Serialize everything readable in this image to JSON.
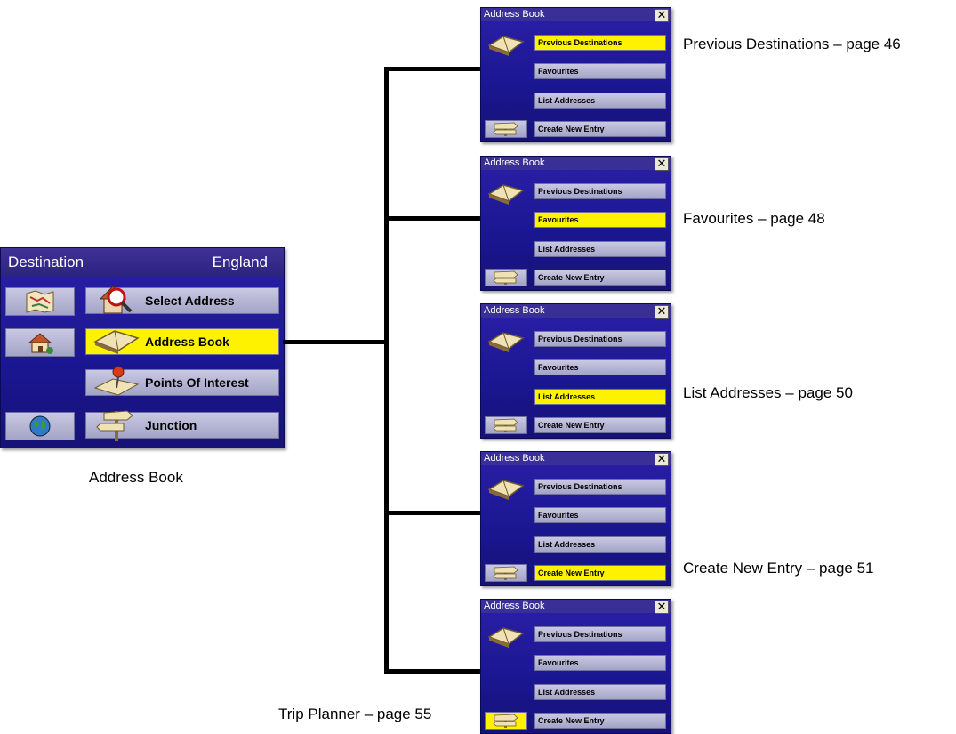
{
  "destination_screen": {
    "title": "Destination",
    "region": "England",
    "buttons": [
      {
        "label": "Select Address",
        "selected": false
      },
      {
        "label": "Address Book",
        "selected": true
      },
      {
        "label": "Points Of Interest",
        "selected": false
      },
      {
        "label": "Junction",
        "selected": false
      }
    ],
    "caption": "Address Book"
  },
  "address_book_screens": [
    {
      "title": "Address Book",
      "close": "✕",
      "items": [
        "Previous Destinations",
        "Favourites",
        "List Addresses",
        "Create New Entry"
      ],
      "selected": 0,
      "caption": "Previous Destinations – page 46"
    },
    {
      "title": "Address Book",
      "close": "✕",
      "items": [
        "Previous Destinations",
        "Favourites",
        "List Addresses",
        "Create New Entry"
      ],
      "selected": 1,
      "caption": "Favourites – page 48"
    },
    {
      "title": "Address Book",
      "close": "✕",
      "items": [
        "Previous Destinations",
        "Favourites",
        "List Addresses",
        "Create New Entry"
      ],
      "selected": 2,
      "caption": "List Addresses – page 50"
    },
    {
      "title": "Address Book",
      "close": "✕",
      "items": [
        "Previous Destinations",
        "Favourites",
        "List Addresses",
        "Create New Entry"
      ],
      "selected": 3,
      "caption": "Create New Entry – page 51"
    },
    {
      "title": "Address Book",
      "close": "✕",
      "items": [
        "Previous Destinations",
        "Favourites",
        "List Addresses",
        "Create New Entry"
      ],
      "selected": -1,
      "sign_selected": true,
      "caption": "Trip Planner – page 55"
    }
  ],
  "colors": {
    "screen_blue": "#1a1690",
    "button_grey": "#b8b8d6",
    "highlight": "#fff200"
  }
}
